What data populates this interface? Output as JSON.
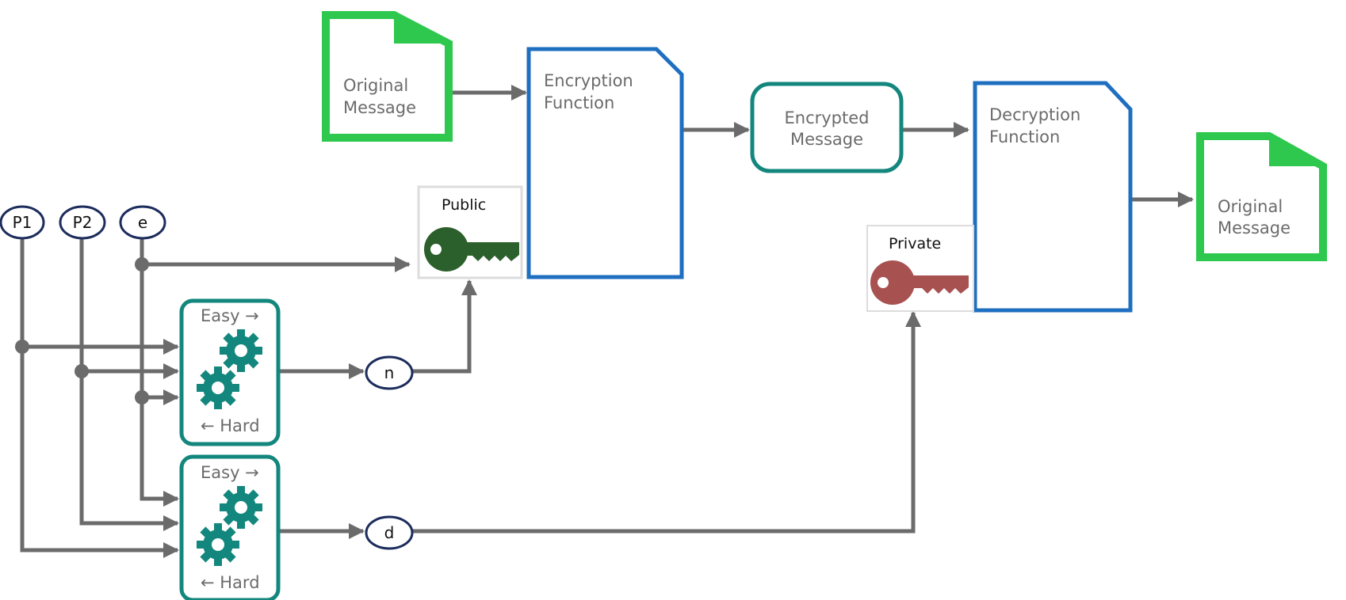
{
  "top_row": {
    "original_message_in": [
      "Original",
      "Message"
    ],
    "encryption_function": [
      "Encryption",
      "Function"
    ],
    "encrypted_message": [
      "Encrypted",
      "Message"
    ],
    "decryption_function": [
      "Decryption",
      "Function"
    ],
    "original_message_out": [
      "Original",
      "Message"
    ]
  },
  "keys": {
    "public": {
      "label": "Public",
      "color": "#2b5f2b"
    },
    "private": {
      "label": "Private",
      "color": "#a85151"
    }
  },
  "inputs": {
    "p1": "P1",
    "p2": "P2",
    "e": "e"
  },
  "outputs": {
    "n": "n",
    "d": "d"
  },
  "generators": {
    "upper": {
      "easy": "Easy →",
      "hard": "← Hard"
    },
    "lower": {
      "easy": "Easy →",
      "hard": "← Hard"
    }
  },
  "colors": {
    "doc_green": "#2dc84d",
    "func_blue": "#1f6fc1",
    "teal": "#13877d",
    "navy": "#1c2c5c",
    "line_gray": "#6b6b6b",
    "key_box": "#dcdcdc"
  }
}
